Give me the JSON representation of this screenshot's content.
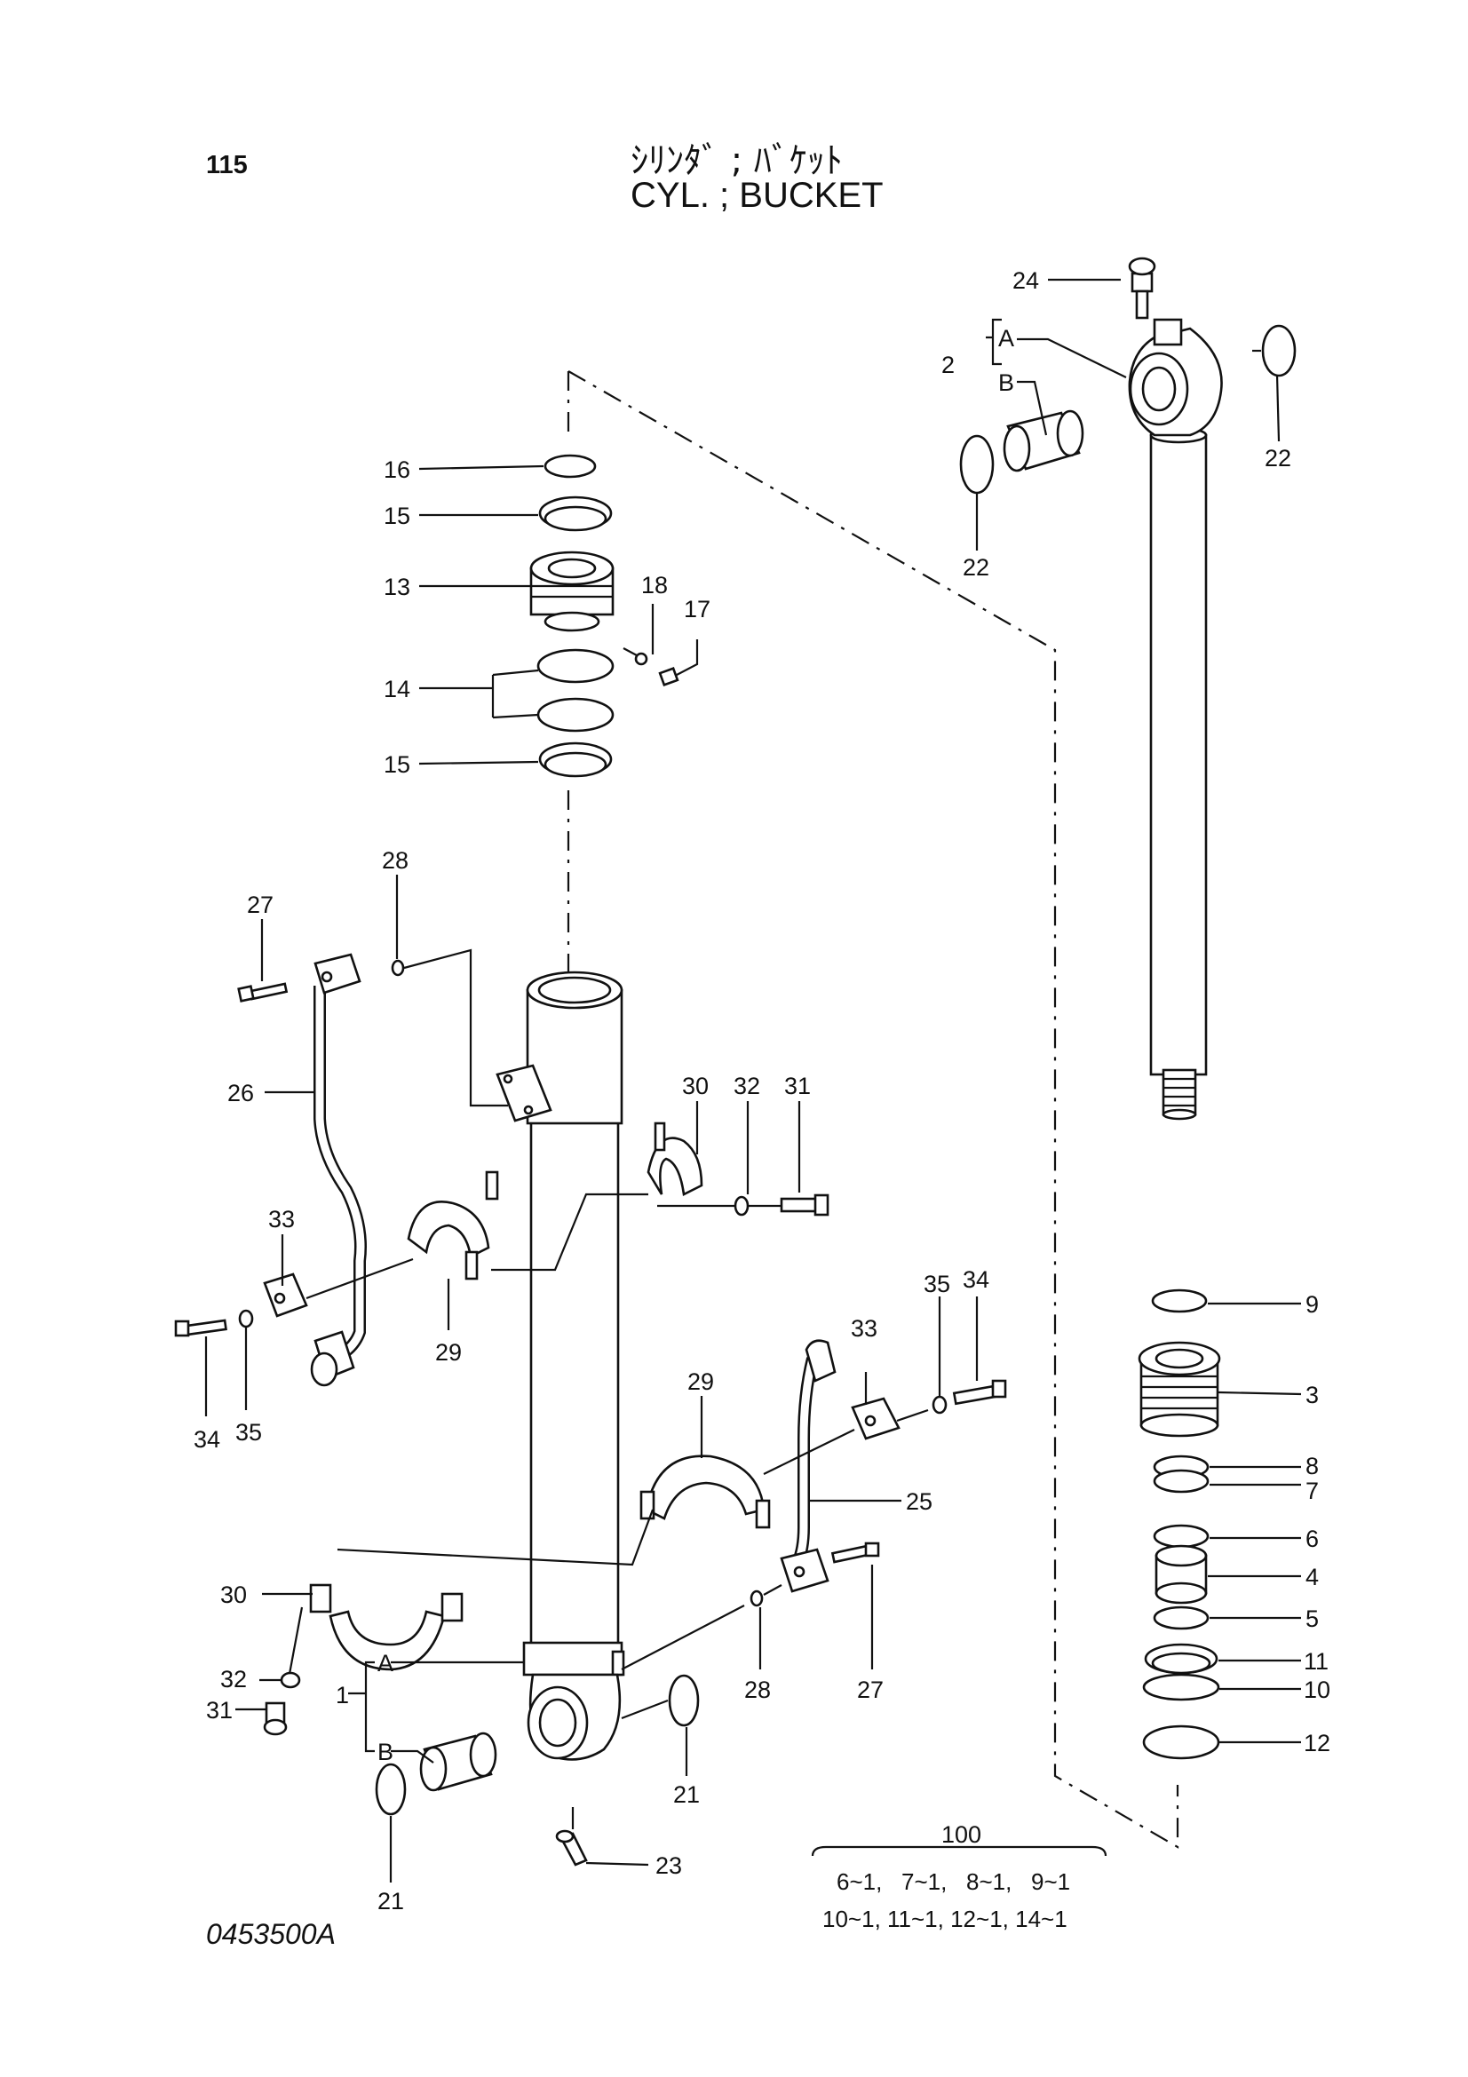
{
  "header": {
    "page_number": "115",
    "title_jp": "ｼﾘﾝﾀﾞ ; ﾊﾞｹｯﾄ",
    "title_en": "CYL. ; BUCKET"
  },
  "drawing_code": "0453500A",
  "labels": {
    "p24": "24",
    "p2": "2",
    "p2A": "A",
    "p2B": "B",
    "p22a": "22",
    "p22b": "22",
    "p16": "16",
    "p15a": "15",
    "p13": "13",
    "p18": "18",
    "p17": "17",
    "p14": "14",
    "p15b": "15",
    "p28a": "28",
    "p27a": "27",
    "p26": "26",
    "p30a": "30",
    "p32a": "32",
    "p31a": "31",
    "p33a": "33",
    "p29a": "29",
    "p34a": "34",
    "p35a": "35",
    "p35b": "35",
    "p34b": "34",
    "p33b": "33",
    "p29b": "29",
    "p25": "25",
    "p30b": "30",
    "p32b": "32",
    "p31b": "31",
    "p1": "1",
    "p1A": "A",
    "p1B": "B",
    "p21a": "21",
    "p21b": "21",
    "p28b": "28",
    "p27b": "27",
    "p23": "23",
    "p9": "9",
    "p3": "3",
    "p8": "8",
    "p7": "7",
    "p6": "6",
    "p4": "4",
    "p5": "5",
    "p11": "11",
    "p10": "10",
    "p12": "12"
  },
  "kit": {
    "number": "100",
    "line1": "6~1,   7~1,   8~1,   9~1",
    "line2": "10~1, 11~1, 12~1, 14~1"
  }
}
